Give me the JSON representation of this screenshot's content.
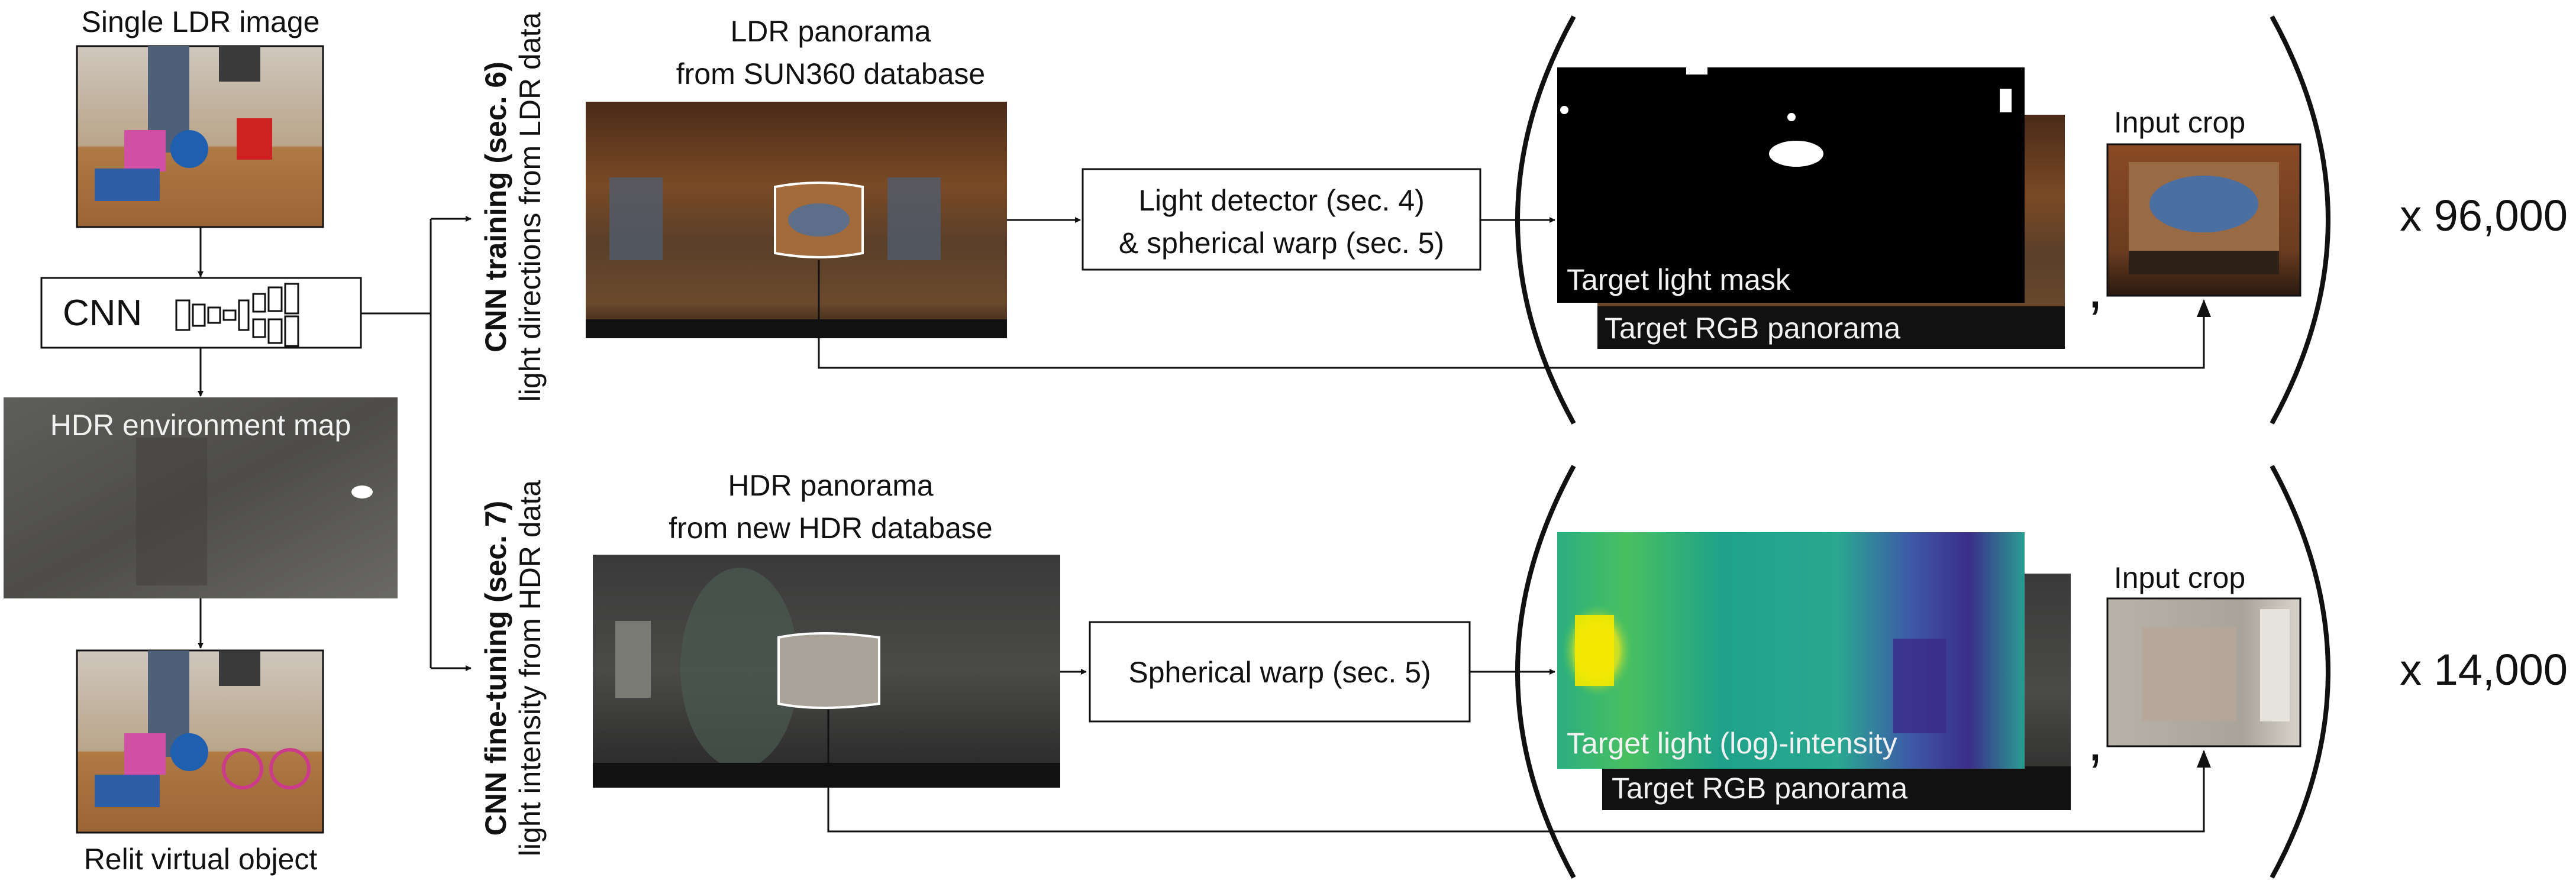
{
  "left_column": {
    "input_label": "Single LDR image",
    "cnn_label": "CNN",
    "hdr_map_label": "HDR environment map",
    "output_label": "Relit virtual object"
  },
  "training": {
    "side_title": "CNN training (sec. 6)",
    "side_subtitle": "light directions from LDR data",
    "panorama_title_line1": "LDR panorama",
    "panorama_title_line2": "from SUN360 database",
    "process_line1": "Light detector (sec. 4)",
    "process_line2": "& spherical warp (sec. 5)",
    "target_front_label": "Target light mask",
    "target_back_label": "Target RGB panorama",
    "crop_label": "Input crop",
    "separator": ",",
    "multiplier": "x 96,000"
  },
  "finetuning": {
    "side_title": "CNN fine-tuning (sec. 7)",
    "side_subtitle": "light intensity from HDR data",
    "panorama_title_line1": "HDR panorama",
    "panorama_title_line2": "from new HDR database",
    "process_label": "Spherical warp (sec. 5)",
    "target_front_label": "Target light (log)-intensity",
    "target_back_label": "Target RGB panorama",
    "crop_label": "Input crop",
    "separator": ",",
    "multiplier": "x 14,000"
  },
  "colors": {
    "line": "#111111",
    "ldr_room": "#6b4a2c",
    "hdr_room": "#3a3a3a",
    "heat_low": "#3b2d8a",
    "heat_mid": "#1fa28a",
    "heat_high": "#f5e900"
  }
}
